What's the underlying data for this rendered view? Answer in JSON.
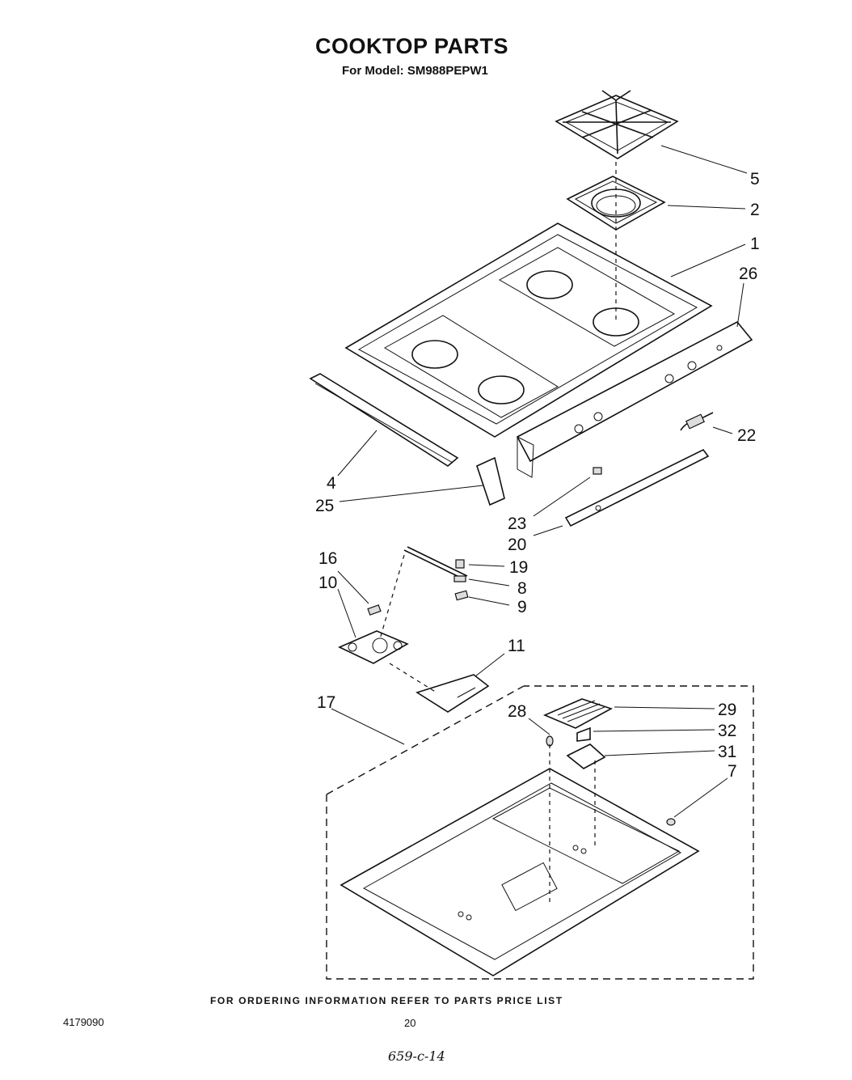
{
  "header": {
    "title": "COOKTOP PARTS",
    "subtitle": "For Model: SM988PEPW1"
  },
  "parts": [
    {
      "number": "5"
    },
    {
      "number": "2"
    },
    {
      "number": "1"
    },
    {
      "number": "26"
    },
    {
      "number": "22"
    },
    {
      "number": "4"
    },
    {
      "number": "25"
    },
    {
      "number": "23"
    },
    {
      "number": "20"
    },
    {
      "number": "16"
    },
    {
      "number": "10"
    },
    {
      "number": "19"
    },
    {
      "number": "8"
    },
    {
      "number": "9"
    },
    {
      "number": "11"
    },
    {
      "number": "17"
    },
    {
      "number": "28"
    },
    {
      "number": "29"
    },
    {
      "number": "32"
    },
    {
      "number": "31"
    },
    {
      "number": "7"
    }
  ],
  "footer": {
    "note": "FOR ORDERING INFORMATION REFER TO PARTS PRICE LIST",
    "doc_number": "4179090",
    "page_number": "20",
    "handwritten": "659-c-14"
  }
}
